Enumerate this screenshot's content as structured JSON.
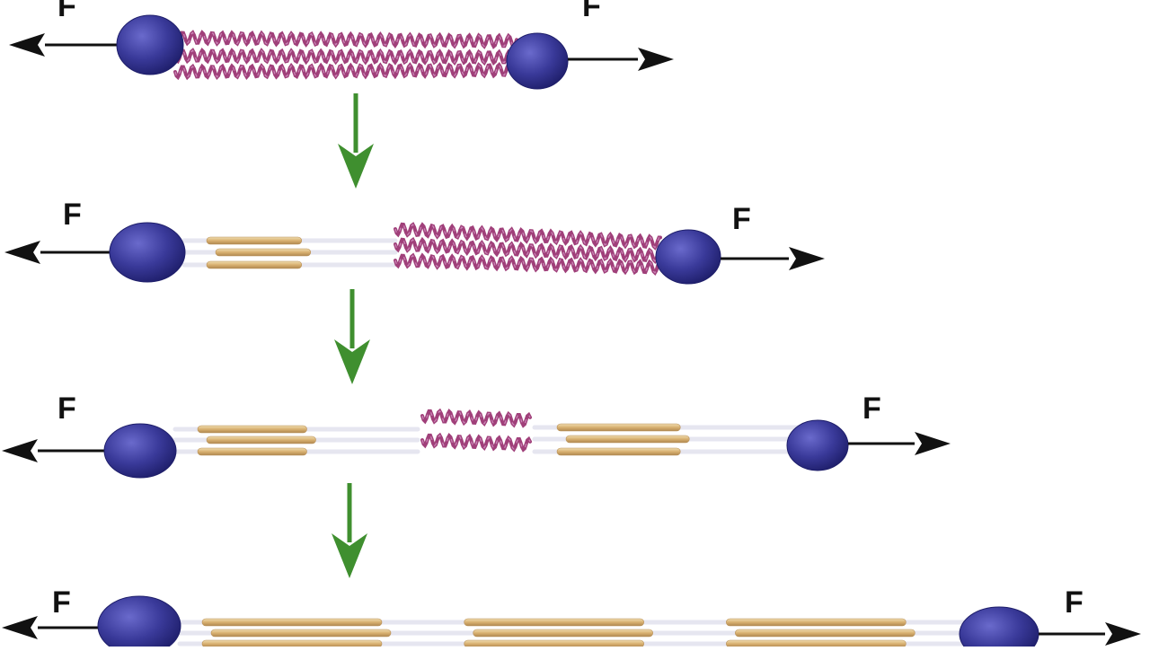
{
  "diagram": {
    "force_label": "F",
    "colors": {
      "background": "#ffffff",
      "sphere": "#3a3a9a",
      "sphere_dark": "#1e1e6a",
      "sphere_light": "#6a6acc",
      "helix": "#a0407a",
      "helix_light": "#d090c0",
      "strand": "#d8b070",
      "strand_light": "#f0dcb0",
      "linker": "#e6e6f0",
      "force_arrow": "#111111",
      "transition_arrow": "#3f8f2f"
    },
    "stages": [
      {
        "left_force_label": "F",
        "right_force_label": "F"
      },
      {
        "left_force_label": "F",
        "right_force_label": "F"
      },
      {
        "left_force_label": "F",
        "right_force_label": "F"
      },
      {
        "left_force_label": "F",
        "right_force_label": "F"
      }
    ]
  }
}
